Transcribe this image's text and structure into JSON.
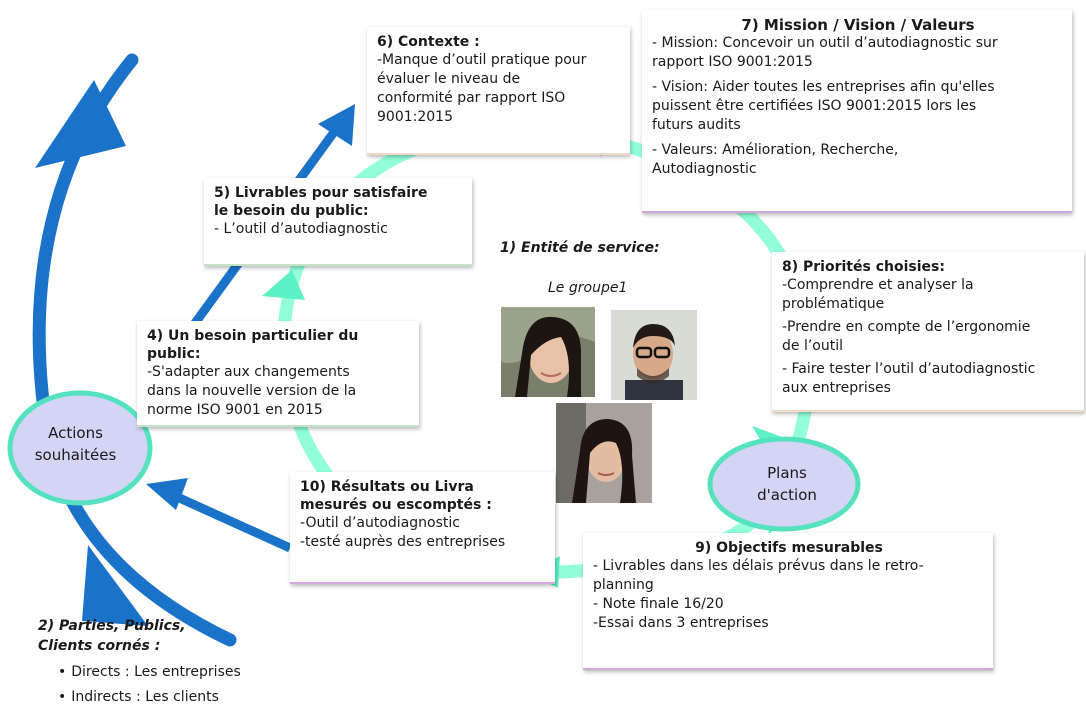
{
  "colors": {
    "accent_blue": "#1a73c9",
    "mint": "#7fffd4",
    "ellipse_fill": "#d4d4f5",
    "ellipse_stroke": "#55e3bf"
  },
  "boxes": {
    "context": {
      "title": "6) Contexte :",
      "lines": [
        "-Manque d’outil pratique pour",
        "évaluer le niveau de",
        "conformité par rapport ISO",
        "9001:2015"
      ]
    },
    "mission": {
      "title": "7) Mission / Vision / Valeurs",
      "lines": [
        "- Mission: Concevoir un outil d’autodiagnostic sur",
        "rapport ISO 9001:2015",
        "- Vision: Aider toutes les entreprises afin qu'elles",
        "puissent être certifiées ISO 9001:2015 lors les",
        "futurs audits",
        "- Valeurs: Amélioration, Recherche,",
        "Autodiagnostic"
      ]
    },
    "livrables": {
      "title_lines": [
        "5) Livrables pour satisfaire",
        "le besoin du public:"
      ],
      "lines": [
        "- L’outil d’autodiagnostic"
      ]
    },
    "priorites": {
      "title": "8) Priorités choisies:",
      "lines": [
        "-Comprendre et analyser la",
        "problématique",
        "-Prendre en compte de l’ergonomie",
        "de l’outil",
        "- Faire tester l’outil d’autodiagnostic",
        "aux entreprises"
      ]
    },
    "besoin": {
      "title_lines": [
        "4) Un besoin particulier du",
        "public:"
      ],
      "lines": [
        "-S'adapter aux changements",
        "dans la nouvelle version de la",
        "norme ISO 9001 en 2015"
      ]
    },
    "resultats": {
      "title_lines": [
        "10) Résultats ou Livra",
        "mesurés ou escomptés :"
      ],
      "lines": [
        "-Outil d’autodiagnostic",
        "-testé auprès des entreprises"
      ]
    },
    "objectifs": {
      "title": "9) Objectifs mesurables",
      "lines": [
        "- Livrables dans les délais prévus dans le retro-",
        "planning",
        "- Note finale 16/20",
        "-Essai dans 3 entreprises"
      ]
    }
  },
  "entity": {
    "title": "1) Entité de service:",
    "group": "Le groupe1"
  },
  "ellipses": {
    "actions": {
      "lines": [
        "Actions",
        "souhaitées"
      ]
    },
    "plans": {
      "lines": [
        "Plans",
        "d'action"
      ]
    }
  },
  "parties": {
    "title_lines": [
      "2) Parties, Publics,",
      "Clients cornés :"
    ],
    "items": [
      "Directs : Les entreprises",
      "Indirects : Les clients"
    ]
  }
}
